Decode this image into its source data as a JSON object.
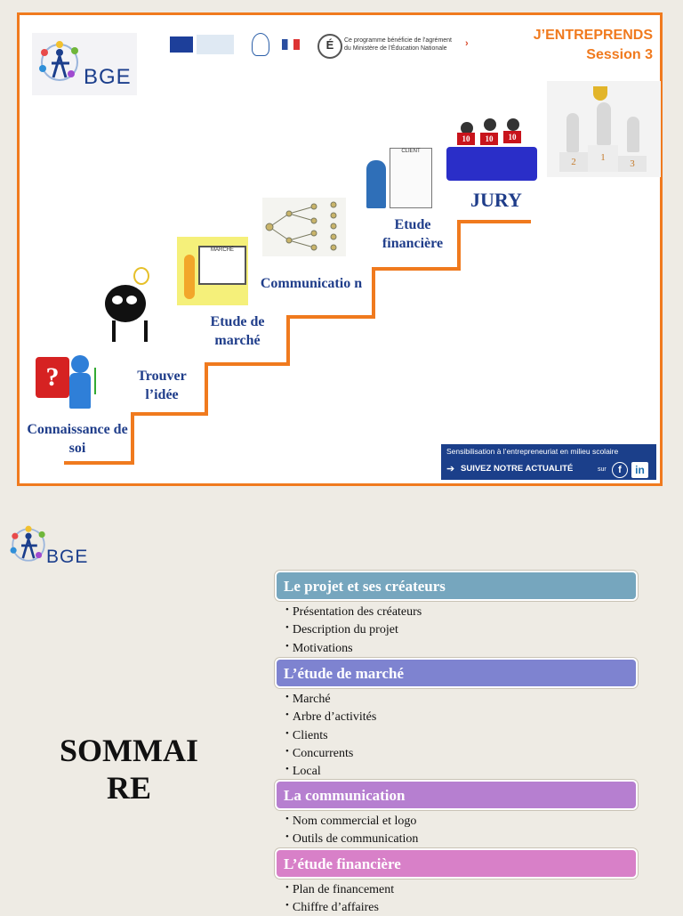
{
  "slide1": {
    "logo_text": "BGE",
    "brand_line1": "J’ENTREPRENDS",
    "brand_line2": "Session 3",
    "partner_text_1": "Ce programme bénéficie de l’agrément",
    "partner_text_2": "du Ministère de l’Éducation Nationale",
    "steps": {
      "step1": "Connaissance de soi",
      "step2": "Trouver l’idée",
      "step3": "Etude de marché",
      "step4": "Communicatio n",
      "step5": "Etude financière",
      "step6": "JURY"
    },
    "jury_scores": [
      "10",
      "10",
      "10"
    ],
    "podium": [
      "2",
      "1",
      "3"
    ],
    "market_board_label": "MARCHÉ",
    "client_label": "CLIENT",
    "banner_line1": "Sensibilisation à l’entrepreneuriat en milieu scolaire",
    "banner_line2": "SUIVEZ NOTRE ACTUALITÉ",
    "banner_sur": "sur",
    "social_fb": "f",
    "social_in": "in"
  },
  "slide2": {
    "logo_text": "BGE",
    "title_line1": "SOMMAI",
    "title_line2": "RE",
    "sections": [
      {
        "title": "Le projet et ses créateurs",
        "color": "#76a6be",
        "items": [
          "Présentation des créateurs",
          "Description du projet",
          "Motivations"
        ]
      },
      {
        "title": "L’étude de marché",
        "color": "#7e83d0",
        "items": [
          "Marché",
          "Arbre d’activités",
          "Clients",
          "Concurrents",
          "Local"
        ]
      },
      {
        "title": "La communication",
        "color": "#b67fd0",
        "items": [
          "Nom commercial et logo",
          "Outils de communication"
        ]
      },
      {
        "title": "L’étude financière",
        "color": "#d880c8",
        "items": [
          "Plan de financement",
          "Chiffre d’affaires"
        ]
      }
    ]
  }
}
